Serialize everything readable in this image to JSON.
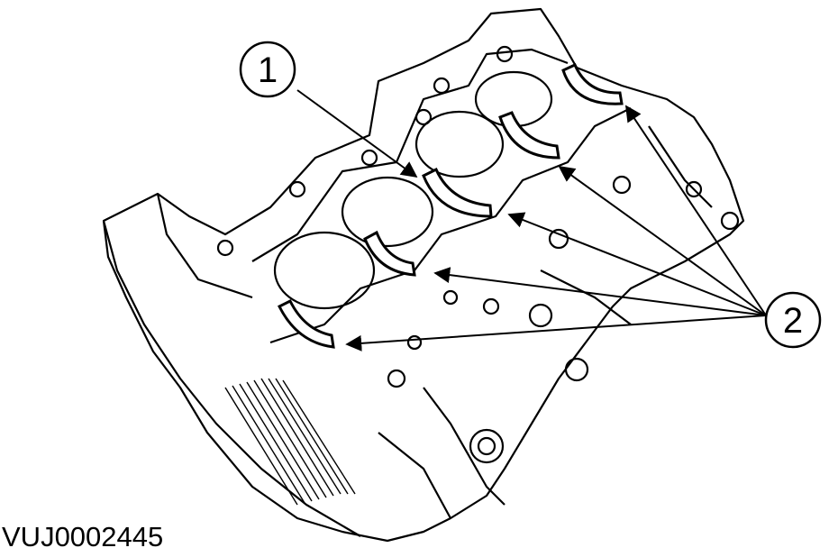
{
  "figure_id": "VUJ0002445",
  "callouts": [
    {
      "label": "1"
    },
    {
      "label": "2"
    }
  ],
  "colors": {
    "line": "#000000",
    "background": "#ffffff"
  }
}
